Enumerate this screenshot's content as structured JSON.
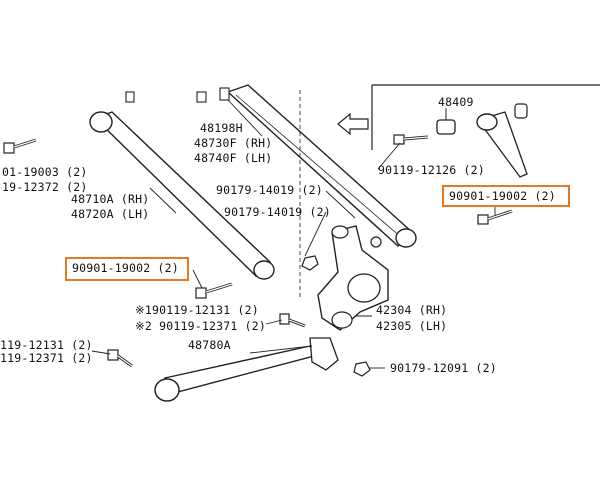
{
  "labels": {
    "p48409": "48409",
    "p90119_12126": "90119-12126 (2)",
    "p90901_19002_right": "90901-19002 (2)",
    "p90901_19002_left": "90901-19002 (2)",
    "p48198h": "48198H",
    "p48730f": "48730F (RH)",
    "p48740f": "48740F (LH)",
    "p90179_14019_a": "90179-14019 (2)",
    "p90179_14019_b": "90179-14019 (2)",
    "p48710a": "48710A (RH)",
    "p48720a": "48720A (LH)",
    "p901_19003": "01-19003 (2)",
    "p119_12372": "19-12372 (2)",
    "p42304": "42304 (RH)",
    "p42305": "42305 (LH)",
    "p90119_12131_star1": "※190119-12131 (2)",
    "p90119_12371_star2": "※2 90119-12371 (2)",
    "p48780a": "48780A",
    "p119_12131_left": "119-12131 (2)",
    "p119_12371_left": "119-12371 (2)",
    "p90179_12091": "90179-12091 (2)"
  },
  "highlight_color": "#e87722"
}
